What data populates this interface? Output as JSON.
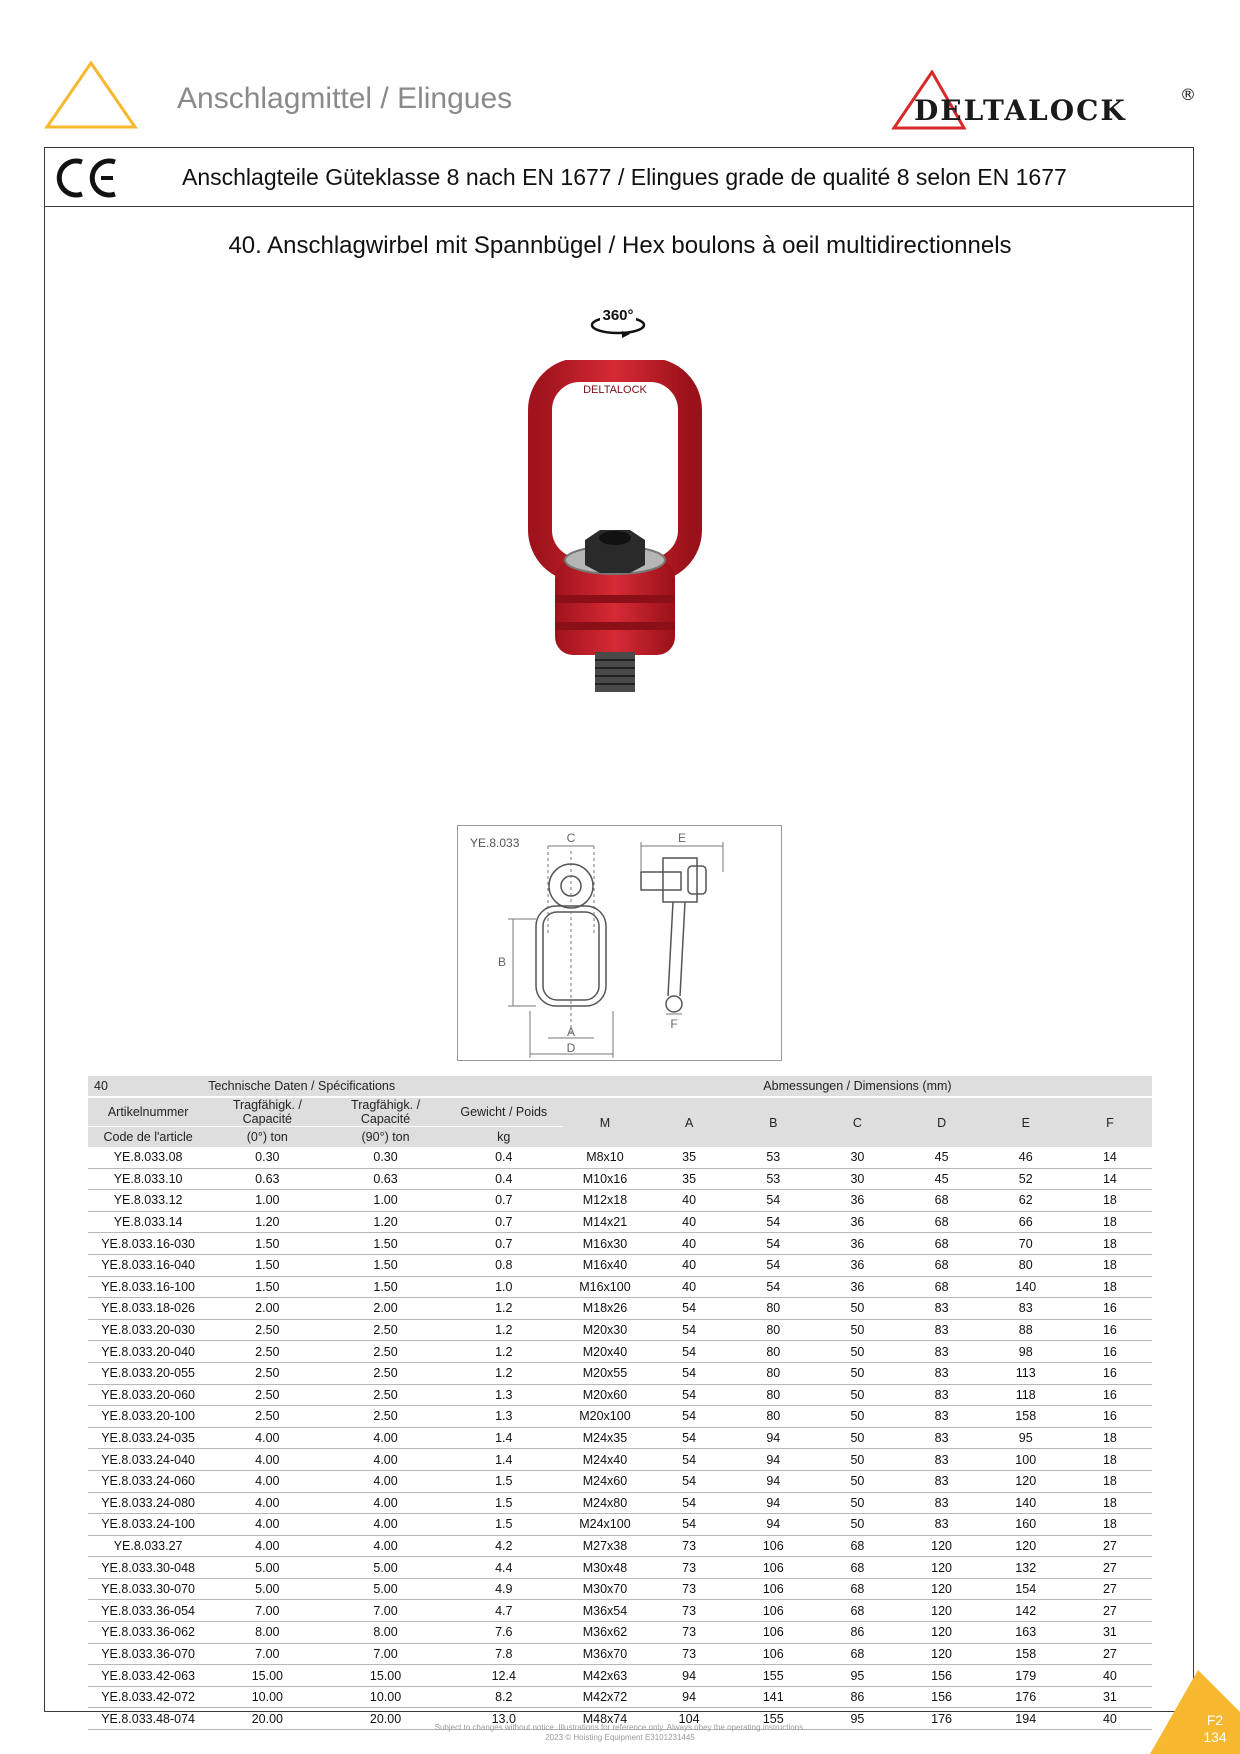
{
  "header": {
    "category_title": "Anschlagmittel / Elingues",
    "brand": "DELTALOCK",
    "brand_mark": "®"
  },
  "certification": {
    "mark": "CE",
    "text": "Anschlagteile Güteklasse 8 nach EN 1677 / Elingues grade de qualité 8 selon EN 1677"
  },
  "product": {
    "title": "40. Anschlagwirbel mit Spannbügel / Hex boulons à oeil multidirectionnels",
    "rotation_label": "360°",
    "photo_marking": "DELTALOCK"
  },
  "drawing": {
    "code": "YE.8.033",
    "labels": {
      "a": "A",
      "b": "B",
      "c": "C",
      "d": "D",
      "e": "E",
      "f": "F"
    }
  },
  "table": {
    "group_no": "40",
    "tech_header": "Technische Daten / Spécifications",
    "dim_header": "Abmessungen / Dimensions (mm)",
    "columns": {
      "article_de": "Artikelnummer",
      "article_fr": "Code de l'article",
      "cap0": "Tragfähigk. / Capacité",
      "cap0_unit": "(0°) ton",
      "cap90": "Tragfähigk. / Capacité",
      "cap90_unit": "(90°) ton",
      "weight": "Gewicht / Poids",
      "weight_unit": "kg",
      "m": "M",
      "a": "A",
      "b": "B",
      "c": "C",
      "d": "D",
      "e": "E",
      "f": "F"
    },
    "rows": [
      [
        "YE.8.033.08",
        "0.30",
        "0.30",
        "0.4",
        "M8x10",
        "35",
        "53",
        "30",
        "45",
        "46",
        "14"
      ],
      [
        "YE.8.033.10",
        "0.63",
        "0.63",
        "0.4",
        "M10x16",
        "35",
        "53",
        "30",
        "45",
        "52",
        "14"
      ],
      [
        "YE.8.033.12",
        "1.00",
        "1.00",
        "0.7",
        "M12x18",
        "40",
        "54",
        "36",
        "68",
        "62",
        "18"
      ],
      [
        "YE.8.033.14",
        "1.20",
        "1.20",
        "0.7",
        "M14x21",
        "40",
        "54",
        "36",
        "68",
        "66",
        "18"
      ],
      [
        "YE.8.033.16-030",
        "1.50",
        "1.50",
        "0.7",
        "M16x30",
        "40",
        "54",
        "36",
        "68",
        "70",
        "18"
      ],
      [
        "YE.8.033.16-040",
        "1.50",
        "1.50",
        "0.8",
        "M16x40",
        "40",
        "54",
        "36",
        "68",
        "80",
        "18"
      ],
      [
        "YE.8.033.16-100",
        "1.50",
        "1.50",
        "1.0",
        "M16x100",
        "40",
        "54",
        "36",
        "68",
        "140",
        "18"
      ],
      [
        "YE.8.033.18-026",
        "2.00",
        "2.00",
        "1.2",
        "M18x26",
        "54",
        "80",
        "50",
        "83",
        "83",
        "16"
      ],
      [
        "YE.8.033.20-030",
        "2.50",
        "2.50",
        "1.2",
        "M20x30",
        "54",
        "80",
        "50",
        "83",
        "88",
        "16"
      ],
      [
        "YE.8.033.20-040",
        "2.50",
        "2.50",
        "1.2",
        "M20x40",
        "54",
        "80",
        "50",
        "83",
        "98",
        "16"
      ],
      [
        "YE.8.033.20-055",
        "2.50",
        "2.50",
        "1.2",
        "M20x55",
        "54",
        "80",
        "50",
        "83",
        "113",
        "16"
      ],
      [
        "YE.8.033.20-060",
        "2.50",
        "2.50",
        "1.3",
        "M20x60",
        "54",
        "80",
        "50",
        "83",
        "118",
        "16"
      ],
      [
        "YE.8.033.20-100",
        "2.50",
        "2.50",
        "1.3",
        "M20x100",
        "54",
        "80",
        "50",
        "83",
        "158",
        "16"
      ],
      [
        "YE.8.033.24-035",
        "4.00",
        "4.00",
        "1.4",
        "M24x35",
        "54",
        "94",
        "50",
        "83",
        "95",
        "18"
      ],
      [
        "YE.8.033.24-040",
        "4.00",
        "4.00",
        "1.4",
        "M24x40",
        "54",
        "94",
        "50",
        "83",
        "100",
        "18"
      ],
      [
        "YE.8.033.24-060",
        "4.00",
        "4.00",
        "1.5",
        "M24x60",
        "54",
        "94",
        "50",
        "83",
        "120",
        "18"
      ],
      [
        "YE.8.033.24-080",
        "4.00",
        "4.00",
        "1.5",
        "M24x80",
        "54",
        "94",
        "50",
        "83",
        "140",
        "18"
      ],
      [
        "YE.8.033.24-100",
        "4.00",
        "4.00",
        "1.5",
        "M24x100",
        "54",
        "94",
        "50",
        "83",
        "160",
        "18"
      ],
      [
        "YE.8.033.27",
        "4.00",
        "4.00",
        "4.2",
        "M27x38",
        "73",
        "106",
        "68",
        "120",
        "120",
        "27"
      ],
      [
        "YE.8.033.30-048",
        "5.00",
        "5.00",
        "4.4",
        "M30x48",
        "73",
        "106",
        "68",
        "120",
        "132",
        "27"
      ],
      [
        "YE.8.033.30-070",
        "5.00",
        "5.00",
        "4.9",
        "M30x70",
        "73",
        "106",
        "68",
        "120",
        "154",
        "27"
      ],
      [
        "YE.8.033.36-054",
        "7.00",
        "7.00",
        "4.7",
        "M36x54",
        "73",
        "106",
        "68",
        "120",
        "142",
        "27"
      ],
      [
        "YE.8.033.36-062",
        "8.00",
        "8.00",
        "7.6",
        "M36x62",
        "73",
        "106",
        "86",
        "120",
        "163",
        "31"
      ],
      [
        "YE.8.033.36-070",
        "7.00",
        "7.00",
        "7.8",
        "M36x70",
        "73",
        "106",
        "68",
        "120",
        "158",
        "27"
      ],
      [
        "YE.8.033.42-063",
        "15.00",
        "15.00",
        "12.4",
        "M42x63",
        "94",
        "155",
        "95",
        "156",
        "179",
        "40"
      ],
      [
        "YE.8.033.42-072",
        "10.00",
        "10.00",
        "8.2",
        "M42x72",
        "94",
        "141",
        "86",
        "156",
        "176",
        "31"
      ],
      [
        "YE.8.033.48-074",
        "20.00",
        "20.00",
        "13.0",
        "M48x74",
        "104",
        "155",
        "95",
        "176",
        "194",
        "40"
      ]
    ]
  },
  "footer": {
    "note_line1": "Subject to changes without notice. Illustrations for reference only. Always obey the operating instructions.",
    "note_line2": "2023 © Hoisting Equipment  E3101231445"
  },
  "page_tab": {
    "section": "F2",
    "page": "134"
  },
  "colors": {
    "accent_yellow": "#f5b82e",
    "product_red": "#c8202e",
    "header_grey": "#8a8a8a",
    "table_header_bg": "#dedede"
  }
}
